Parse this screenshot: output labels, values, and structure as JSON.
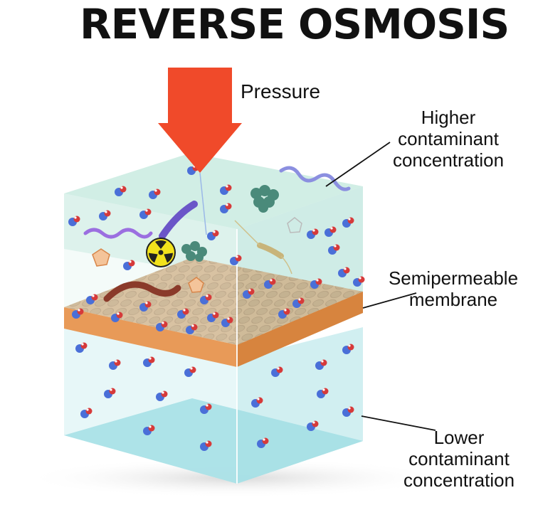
{
  "title": "REVERSE OSMOSIS",
  "labels": {
    "pressure": "Pressure",
    "higher": [
      "Higher",
      "contaminant",
      "concentration"
    ],
    "membrane": [
      "Semipermeable",
      "membrane"
    ],
    "lower": [
      "Lower",
      "contaminant",
      "concentration"
    ]
  },
  "colors": {
    "arrow": "#f04a2a",
    "membrane_top": "#d4a87a",
    "membrane_side": "#e89a58",
    "upper_water": "#bfe6dc",
    "lower_water": "#d8f1f4",
    "water_oxygen": "#d63a3a",
    "water_hydrogen": "#4a6fd8",
    "contaminant_green": "#4a8a7a",
    "radiation_badge": "#f2e21c"
  },
  "icons": [
    "pressure-arrow-icon",
    "radiation-icon",
    "bacteria-icon",
    "virus-icon",
    "water-molecule-icon",
    "pollutant-cluster-icon"
  ]
}
